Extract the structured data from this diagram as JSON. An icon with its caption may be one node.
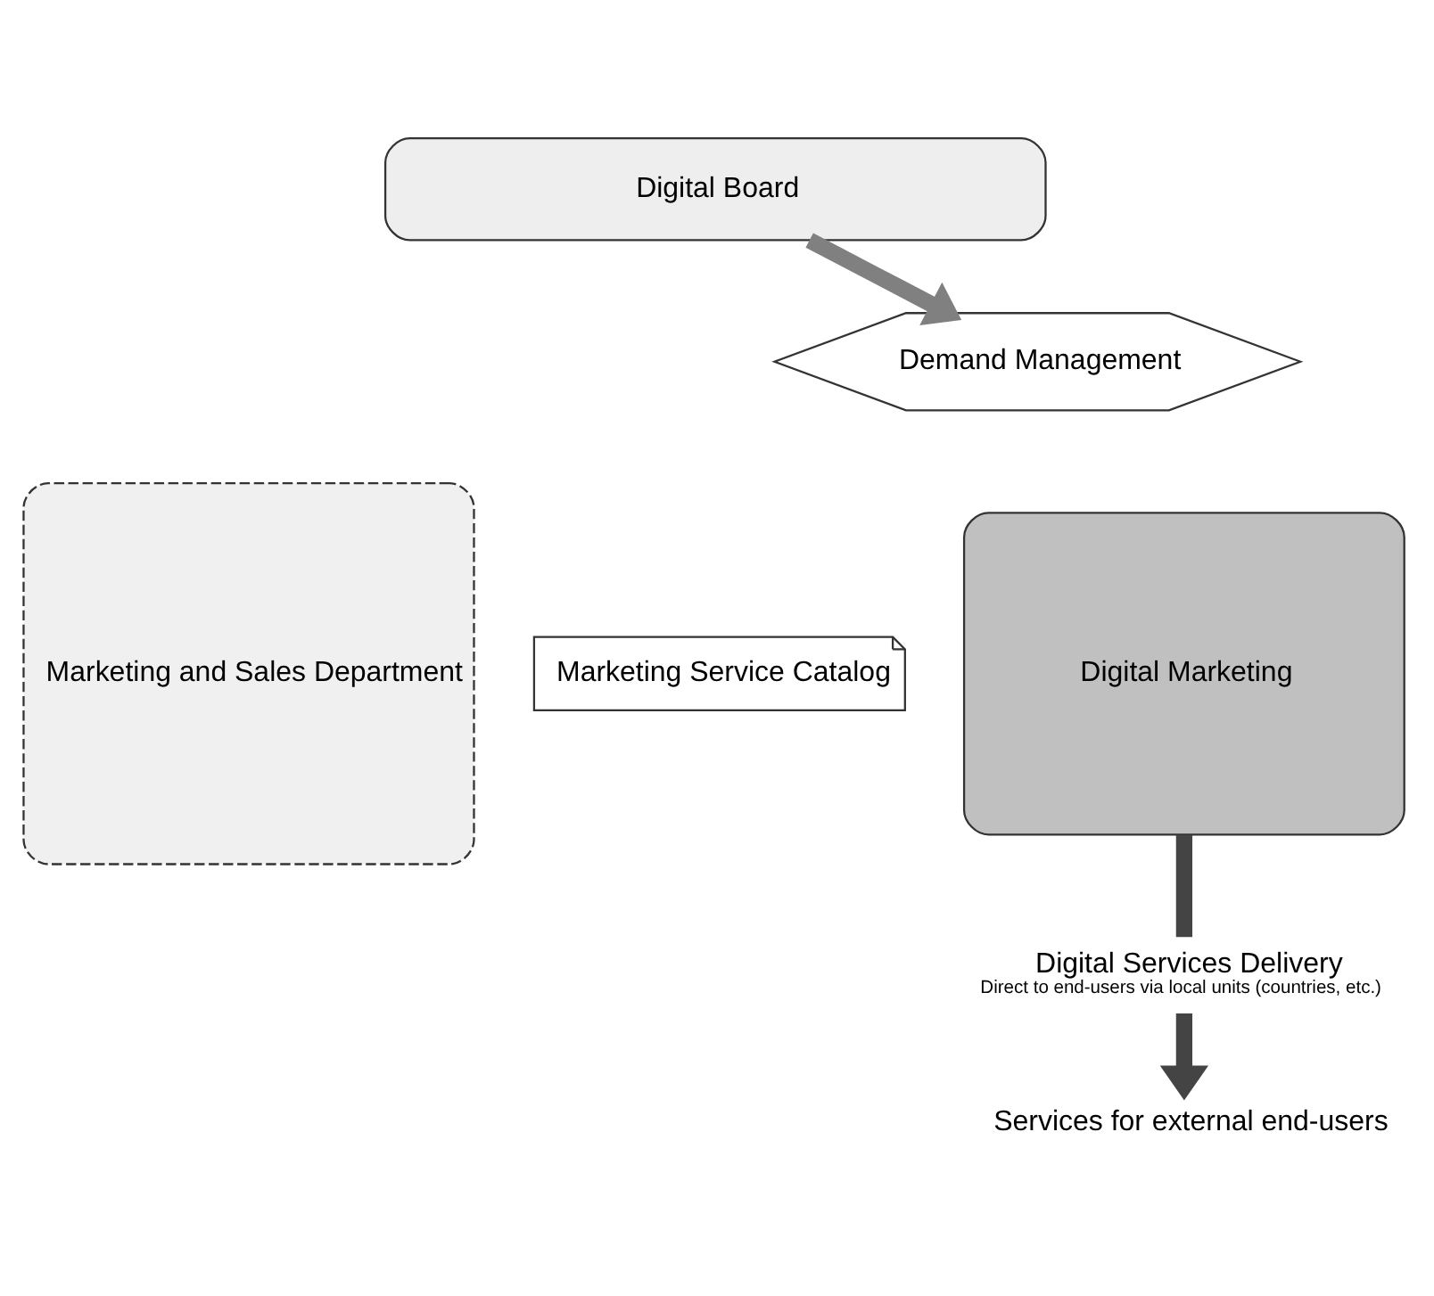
{
  "diagram": {
    "nodes": [
      {
        "text": [
          "Digital Board"
        ]
      },
      {
        "text": [
          "Demand Management"
        ]
      },
      {
        "text": [
          "Marketing and Sales Department"
        ]
      },
      {
        "text": [
          "Digital Marketing"
        ]
      },
      {
        "text": [
          "Marketing Service Catalog"
        ]
      },
      {
        "text": [
          "Digital Services Delivery",
          "Direct to end-users via local units (countries, etc.)"
        ]
      },
      {
        "text": [
          "Services for external end-users"
        ]
      }
    ],
    "edges": [
      {
        "from": 0,
        "to": 1,
        "arrow": "to",
        "color": "#808080"
      },
      {
        "from": 3,
        "to": 5,
        "arrow": "none"
      },
      {
        "from": 5,
        "to": 6,
        "arrow": "to"
      }
    ]
  }
}
